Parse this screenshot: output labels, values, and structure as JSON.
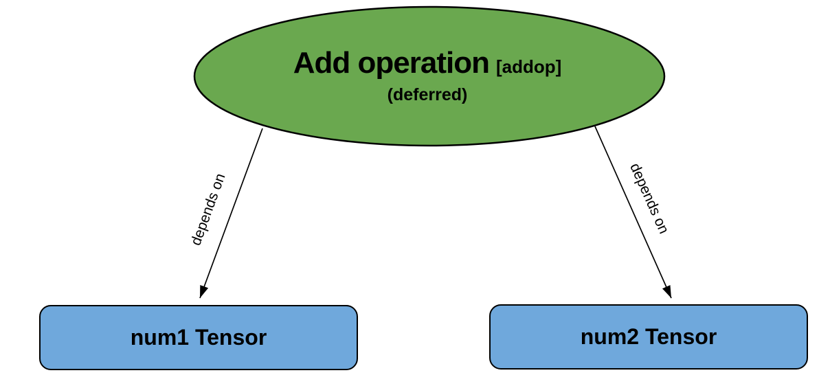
{
  "graph": {
    "operation_node": {
      "title": "Add operation",
      "tag": "[addop]",
      "state": "(deferred)",
      "fill": "#6aa84f"
    },
    "tensor_fill": "#6fa8dc",
    "stroke_color": "#000000",
    "tensor_nodes": [
      {
        "label": "num1 Tensor"
      },
      {
        "label": "num2 Tensor"
      }
    ],
    "edges": [
      {
        "label": "depends on"
      },
      {
        "label": "depends on"
      }
    ]
  }
}
